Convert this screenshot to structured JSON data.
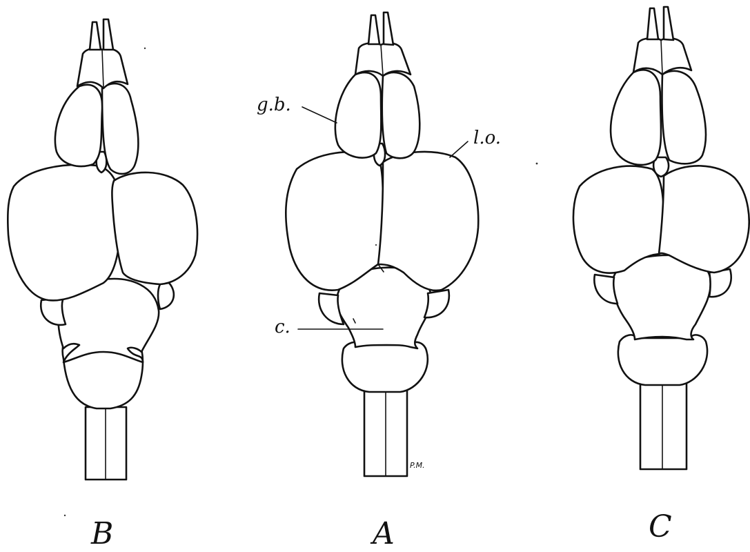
{
  "labels": {
    "ob": "g.b.",
    "lo": "l.o.",
    "c": "c.",
    "signature": "P.M."
  },
  "panels": {
    "b": "B",
    "a": "A",
    "c": "C"
  }
}
